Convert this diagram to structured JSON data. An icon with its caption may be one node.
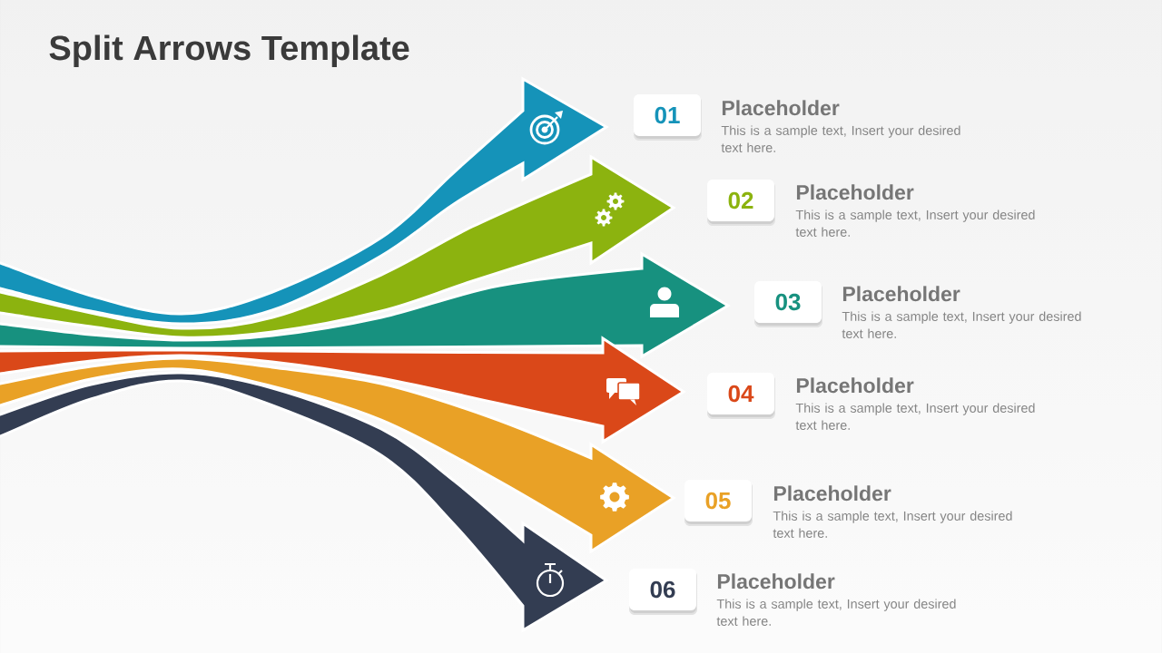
{
  "diagram": {
    "title": "Split Arrows Template",
    "nodes": [
      {
        "text": [
          "01"
        ],
        "beside": [
          "Placeholder",
          "This is a sample text, Insert your desired text here."
        ]
      },
      {
        "text": [
          "02"
        ],
        "beside": [
          "Placeholder",
          "This is a sample text, Insert your desired text here."
        ]
      },
      {
        "text": [
          "03"
        ],
        "beside": [
          "Placeholder",
          "This is a sample text, Insert your desired text here."
        ]
      },
      {
        "text": [
          "04"
        ],
        "beside": [
          "Placeholder",
          "This is a sample text, Insert your desired text here."
        ]
      },
      {
        "text": [
          "05"
        ],
        "beside": [
          "Placeholder",
          "This is a sample text, Insert your desired text here."
        ]
      },
      {
        "text": [
          "06"
        ],
        "beside": [
          "Placeholder",
          "This is a sample text, Insert your desired text here."
        ]
      }
    ]
  }
}
